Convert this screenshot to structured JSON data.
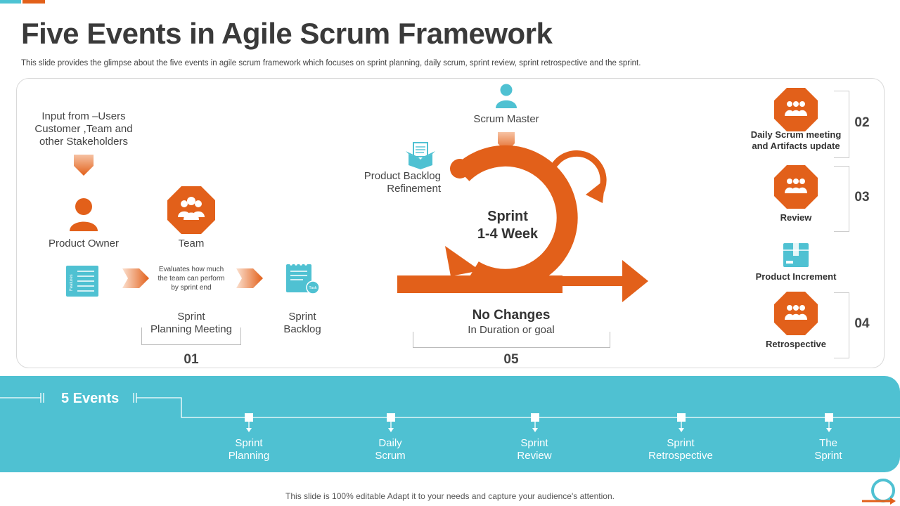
{
  "slide": {
    "title": "Five Events in Agile Scrum Framework",
    "subtitle": "This slide provides the glimpse about the five events in agile scrum framework which focuses on sprint planning, daily scrum, sprint review, sprint retrospective and the sprint.",
    "footer": "This slide is 100% editable Adapt it to your needs and capture your audience's attention."
  },
  "colors": {
    "orange": "#e2601a",
    "teal": "#4fc1d2",
    "dark_text": "#3a3a3a"
  },
  "planning": {
    "input_lines": [
      "Input from –Users",
      "Customer ,Team and",
      "other Stakeholders"
    ],
    "product_owner": "Product Owner",
    "team": "Team",
    "evaluates_lines": [
      "Evaluates how much",
      "the team can perform",
      "by sprint end"
    ],
    "features_tag": "Features",
    "task_tag": "Task",
    "meeting_lines": [
      "Sprint",
      "Planning Meeting"
    ],
    "backlog_lines": [
      "Sprint",
      "Backlog"
    ],
    "number": "01"
  },
  "sprint": {
    "scrum_master": "Scrum Master",
    "refinement_lines": [
      "Product Backlog",
      "Refinement"
    ],
    "center_lines": [
      "Sprint",
      "1-4 Week"
    ],
    "no_changes": "No Changes",
    "no_changes_sub": "In Duration or goal",
    "number": "05"
  },
  "right_events": [
    {
      "label_lines": [
        "Daily Scrum meeting",
        "and Artifacts  update"
      ],
      "number": "02"
    },
    {
      "label_lines": [
        "Review"
      ],
      "number": "03"
    },
    {
      "label_lines": [
        "Product Increment"
      ]
    },
    {
      "label_lines": [
        "Retrospective"
      ],
      "number": "04"
    }
  ],
  "timeline": {
    "title": "5 Events",
    "items": [
      {
        "lines": [
          "Sprint",
          "Planning"
        ]
      },
      {
        "lines": [
          "Daily",
          "Scrum"
        ]
      },
      {
        "lines": [
          "Sprint",
          "Review"
        ]
      },
      {
        "lines": [
          "Sprint",
          "Retrospective"
        ]
      },
      {
        "lines": [
          "The",
          "Sprint"
        ]
      }
    ]
  },
  "icons": {
    "person": "person-icon",
    "team": "team-octagon-icon",
    "features": "features-list-icon",
    "task": "task-notepad-icon",
    "box": "backlog-box-icon",
    "increment": "product-increment-box-icon",
    "cycle": "sprint-cycle-icon",
    "logo": "loop-logo-icon"
  }
}
